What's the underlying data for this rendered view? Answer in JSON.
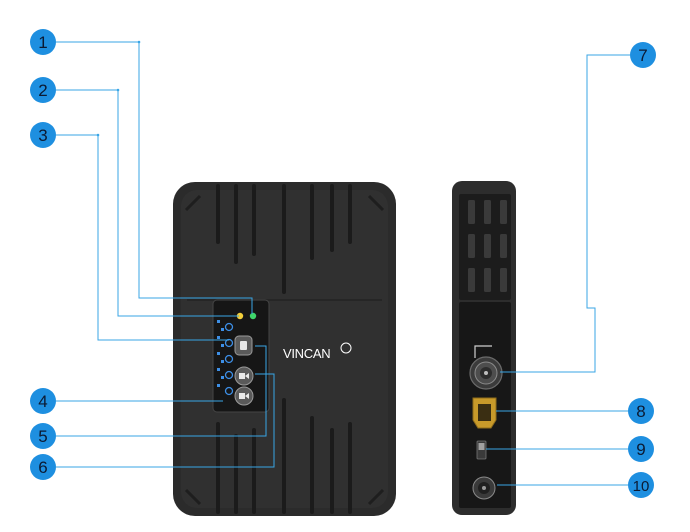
{
  "diagram": {
    "brand_logo_text": "VINCAN",
    "callouts": [
      "1",
      "2",
      "3",
      "4",
      "5",
      "6",
      "7",
      "8",
      "9",
      "10"
    ],
    "colors": {
      "callout_fill": "#1e8fe0",
      "leader_line": "#39a6e6",
      "device_body": "#2b2b2b",
      "device_panel": "#161616",
      "led_yellow": "#f3d03b",
      "led_green": "#3fd66b",
      "led_blue": "#3d8fe6",
      "hdmi_gold": "#c89a2a"
    },
    "icons": [
      "led-indicator",
      "channel-led",
      "pair-button",
      "channel-up-button",
      "channel-down-button",
      "antenna-connector",
      "hdmi-port",
      "power-switch",
      "dc-power-jack"
    ]
  }
}
